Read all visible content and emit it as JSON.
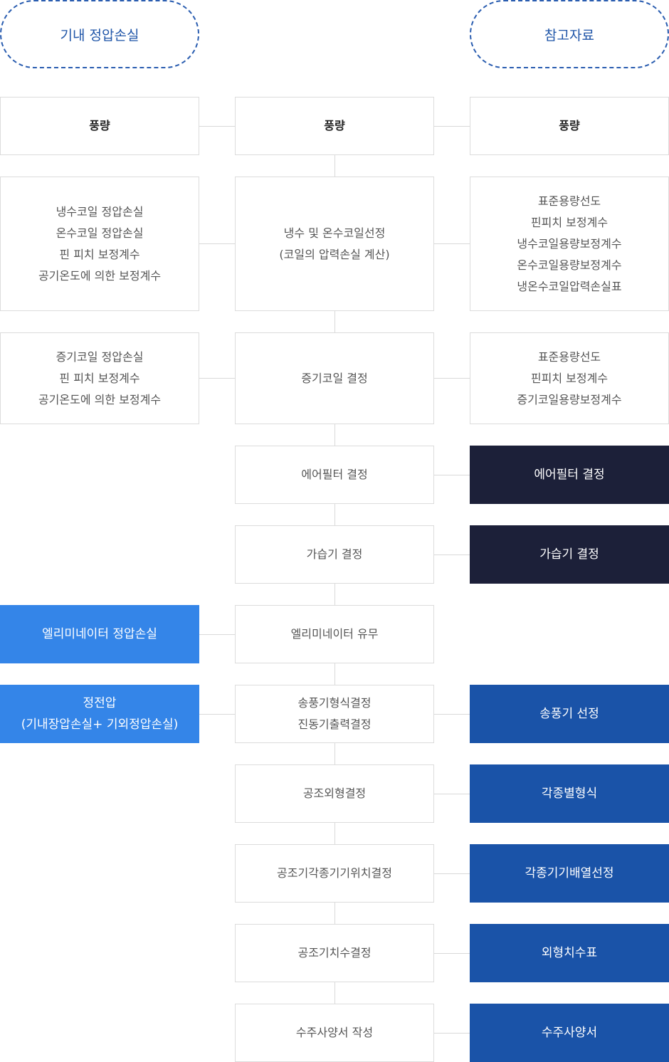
{
  "headers": {
    "left": "기내 정압손실",
    "right": "참고자료"
  },
  "left": {
    "fan_volume": "풍량",
    "coil_losses": [
      "냉수코일 정압손실",
      "온수코일 정압손실",
      "핀 피치 보정계수",
      "공기온도에 의한 보정계수"
    ],
    "steam_losses": [
      "증기코일 정압손실",
      "핀 피치 보정계수",
      "공기온도에 의한 보정계수"
    ],
    "eliminator_loss": "엘리미네이터 정압손실",
    "static_pressure": [
      "정전압",
      "(기내장압손실+ 기외정압손실)"
    ]
  },
  "center": {
    "fan_volume": "풍량",
    "coil_selection": [
      "냉수 및 온수코일선정",
      "(코일의 압력손실 계산)"
    ],
    "steam_coil": "증기코일 결정",
    "air_filter": "에어필터 결정",
    "humidifier": "가습기 결정",
    "eliminator": "엘리미네이터 유무",
    "blower": [
      "송풍기형식결정",
      "진동기출력결정"
    ],
    "ahu_shape": "공조외형결정",
    "equipment_position": "공조기각종기기위치결정",
    "ahu_dimension": "공조기치수결정",
    "spec_sheet": "수주사양서 작성"
  },
  "right": {
    "fan_volume": "풍량",
    "coil_refs": [
      "표준용량선도",
      "핀피치 보정계수",
      "냉수코일용량보정계수",
      "온수코일용량보정계수",
      "냉온수코일압력손실표"
    ],
    "steam_refs": [
      "표준용량선도",
      "핀피치 보정계수",
      "증기코일용량보정계수"
    ],
    "air_filter": "에어필터 결정",
    "humidifier": "가습기 결정",
    "blower": "송풍기 선정",
    "types": "각종별형식",
    "arrangement": "각종기기배열선정",
    "dimension_table": "외형치수표",
    "spec_sheet": "수주사양서"
  },
  "colors": {
    "pill_border": "#2a5db0",
    "navy": "#1c2039",
    "sky": "#3485e8",
    "blue": "#1a53a8",
    "box_border": "#dcdcdc"
  }
}
